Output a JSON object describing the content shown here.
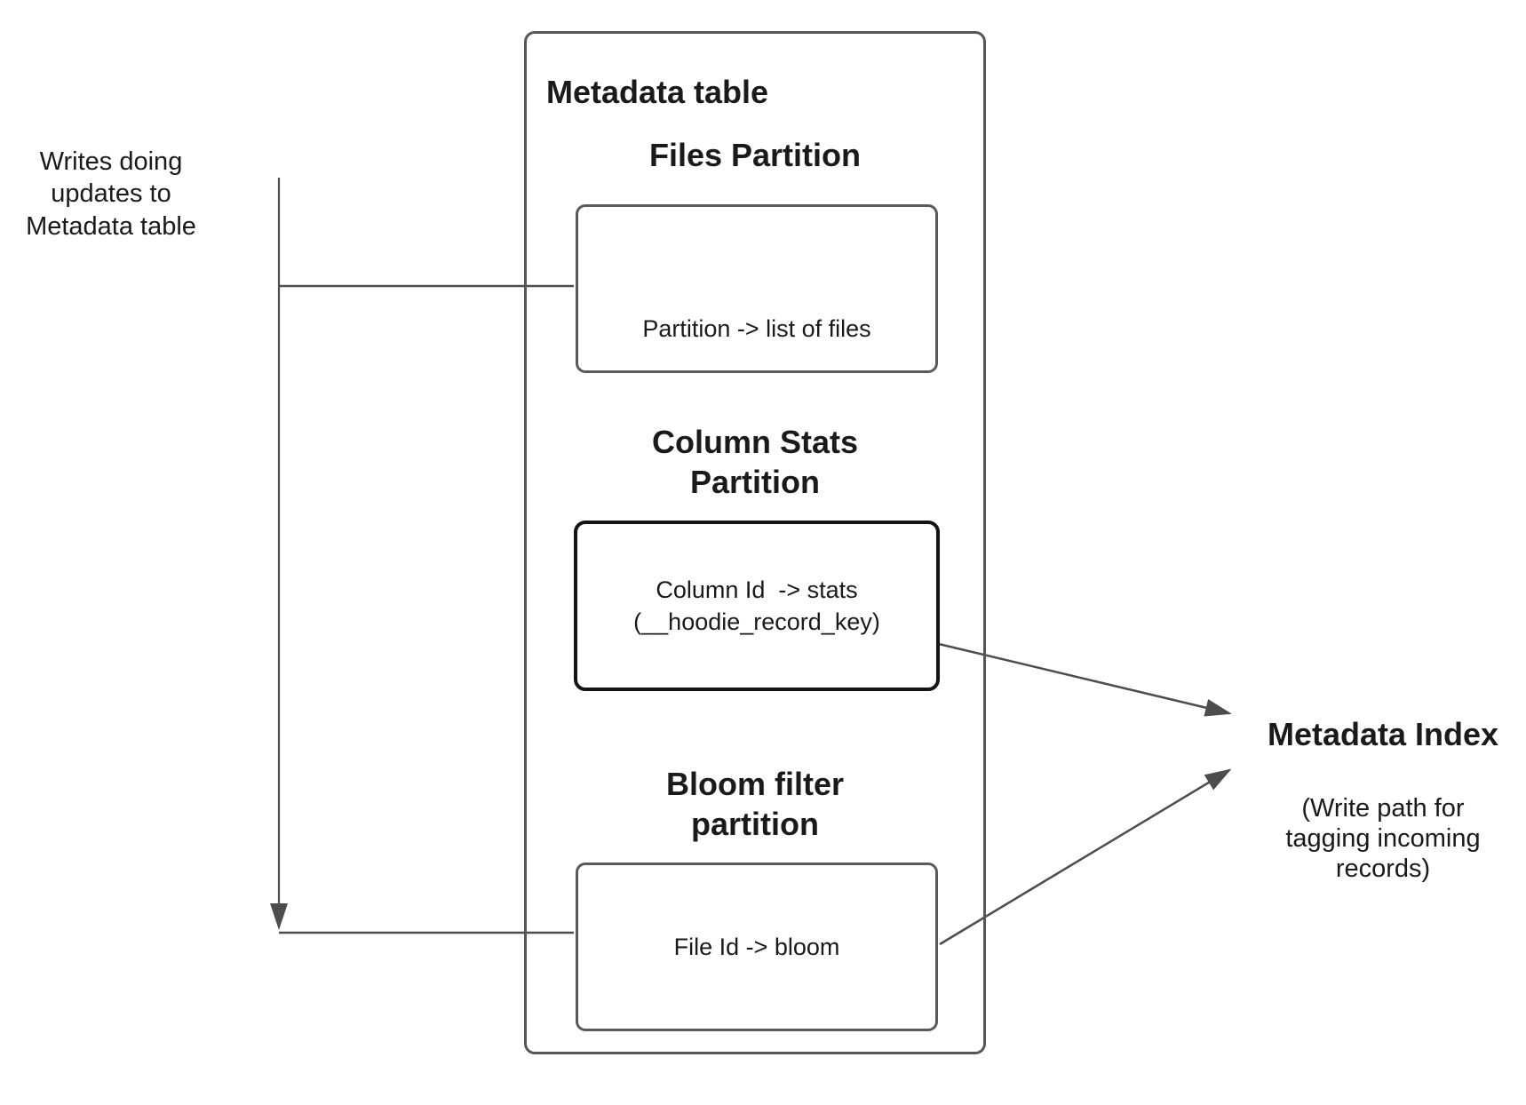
{
  "colors": {
    "background": "#ffffff",
    "connector_line": "#4d4d4d",
    "box_border": "#5a5a5a",
    "emphasis_box_border": "#141414",
    "text": "#1a1a1a"
  },
  "left_note": {
    "lines": [
      "Writes doing",
      "updates to",
      "Metadata table"
    ]
  },
  "metadata_table": {
    "title": "Metadata table",
    "files_partition": {
      "heading_lines": [
        "Files Partition"
      ],
      "body_lines": [
        "Partition -> list of files"
      ]
    },
    "column_stats_partition": {
      "heading_lines": [
        "Column Stats",
        "Partition"
      ],
      "body_lines": [
        "Column Id  -> stats",
        "(__hoodie_record_key)"
      ]
    },
    "bloom_filter_partition": {
      "heading_lines": [
        "Bloom filter",
        "partition"
      ],
      "body_lines": [
        "File Id -> bloom"
      ]
    }
  },
  "metadata_index": {
    "title": "Metadata Index",
    "subtitle_lines": [
      "(Write path for",
      "tagging incoming",
      "records)"
    ]
  }
}
